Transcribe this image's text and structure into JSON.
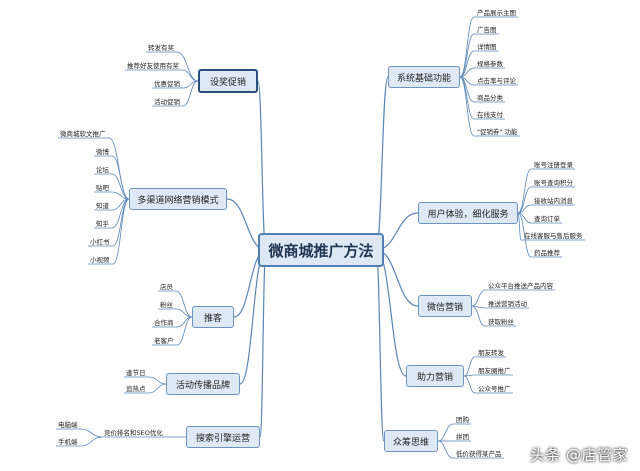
{
  "center": {
    "label": "微商城推广方法"
  },
  "branches": {
    "promo": {
      "label": "设奖促销",
      "items": [
        "转发有奖",
        "推荐好友使用有奖",
        "优惠促销",
        "活动促销"
      ]
    },
    "multichannel": {
      "label": "多渠道网络营销模式",
      "items": [
        "微商城软文推广",
        "微博",
        "论坛",
        "贴吧",
        "知道",
        "知乎",
        "小红书",
        "小视频"
      ]
    },
    "push": {
      "label": "推客",
      "items": [
        "店员",
        "粉丝",
        "合作商",
        "老客户"
      ]
    },
    "events": {
      "label": "活动传播品牌",
      "items": [
        "逢节日",
        "追热点"
      ]
    },
    "seo": {
      "label": "搜索引擎运营",
      "mid": "竞价排名和SEO优化",
      "items": [
        "电脑端",
        "手机端"
      ]
    },
    "system": {
      "label": "系统基础功能",
      "items": [
        "产品展示主图",
        "广告图",
        "详情图",
        "规格参数",
        "点击率与评论",
        "商品分类",
        "在线支付",
        "\"促销券\" 功能"
      ]
    },
    "ux": {
      "label": "用户体验，细化服务",
      "items": [
        "账号注册登录",
        "账号查询积分",
        "接收站内消息",
        "查询订单",
        "在线客服与售后服务",
        "药品推荐"
      ]
    },
    "wechat": {
      "label": "微信营销",
      "items": [
        "公众平台推送产品内容",
        "推送营销活动",
        "获取粉丝"
      ]
    },
    "assist": {
      "label": "助力营销",
      "items": [
        "朋友转发",
        "朋友圈推广",
        "公众号推广"
      ]
    },
    "crowd": {
      "label": "众筹思维",
      "items": [
        "团购",
        "拼团",
        "低价获得某产品"
      ]
    }
  },
  "watermark": "头条 @店管家"
}
